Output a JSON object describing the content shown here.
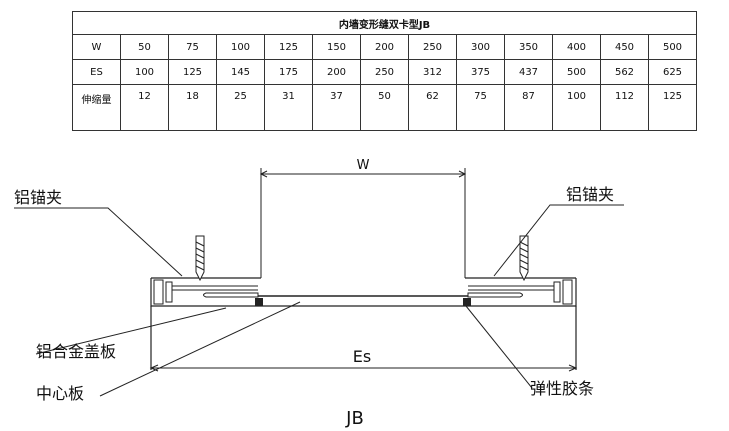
{
  "table": {
    "title": "内墙变形缝双卡型JB",
    "row_w": {
      "label": "W",
      "values": [
        "50",
        "75",
        "100",
        "125",
        "150",
        "200",
        "250",
        "300",
        "350",
        "400",
        "450",
        "500"
      ]
    },
    "row_es": {
      "label": "ES",
      "values": [
        "100",
        "125",
        "145",
        "175",
        "200",
        "250",
        "312",
        "375",
        "437",
        "500",
        "562",
        "625"
      ]
    },
    "row_stretch": {
      "label": "伸缩量",
      "values": [
        "12",
        "18",
        "25",
        "31",
        "37",
        "50",
        "62",
        "75",
        "87",
        "100",
        "112",
        "125"
      ]
    }
  },
  "diagram": {
    "dim_w": "W",
    "dim_es": "Es",
    "label_left_clip": "铝锚夹",
    "label_right_clip": "铝锚夹",
    "label_cover": "铝合金盖板",
    "label_center": "中心板",
    "label_rubber": "弹性胶条",
    "model": "JB"
  }
}
